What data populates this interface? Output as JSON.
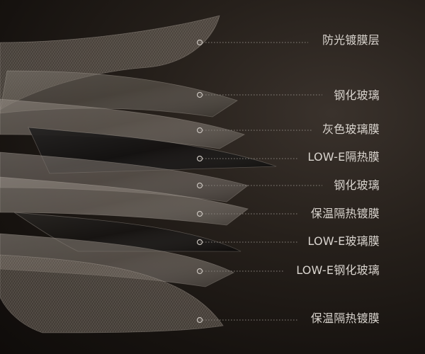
{
  "diagram": {
    "layers": [
      {
        "label": "防光镀膜层",
        "kind": "mesh",
        "tone": "#6e645b"
      },
      {
        "label": "钢化玻璃",
        "kind": "glass",
        "tone": "#5f574f"
      },
      {
        "label": "灰色玻璃膜",
        "kind": "glass",
        "tone": "#7b726a"
      },
      {
        "label": "LOW-E隔热膜",
        "kind": "dark",
        "tone": "#0d0b09"
      },
      {
        "label": "钢化玻璃",
        "kind": "glass",
        "tone": "#6f665e"
      },
      {
        "label": "保温隔热镀膜",
        "kind": "glass",
        "tone": "#857c73"
      },
      {
        "label": "LOW-E玻璃膜",
        "kind": "dark",
        "tone": "#100d0b"
      },
      {
        "label": "LOW-E钢化玻璃",
        "kind": "glass",
        "tone": "#766d65"
      },
      {
        "label": "保温隔热镀膜",
        "kind": "mesh",
        "tone": "#6a6058"
      }
    ],
    "colors": {
      "background": "#1b1612",
      "label_text": "#d9d4ce",
      "leader_line": "#8a847e",
      "dot": "#c9c3bd"
    }
  }
}
